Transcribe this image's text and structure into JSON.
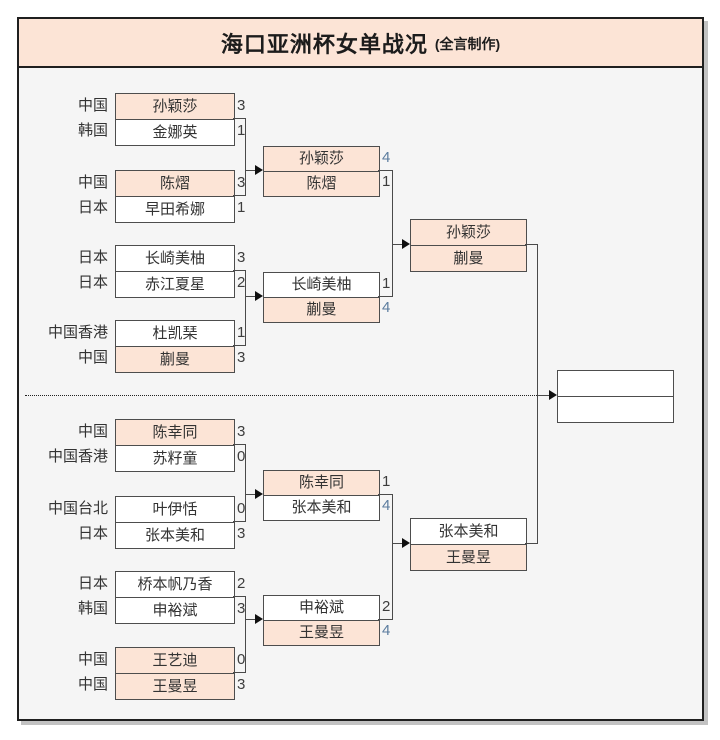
{
  "title": {
    "main": "海口亚洲杯女单战况",
    "credit": "(全言制作)"
  },
  "colors": {
    "page_bg": "#ffffff",
    "frame_bg": "#f5f5f5",
    "frame_border": "#1f1f1f",
    "highlight": "#fce4d6",
    "box_border": "#4d4d4d",
    "line": "#4a4a4a",
    "text": "#333333",
    "score_win": "#5b7c9e"
  },
  "round1": [
    {
      "country": "中国",
      "name": "孙颖莎",
      "score": "3"
    },
    {
      "country": "韩国",
      "name": "金娜英",
      "score": "1"
    },
    {
      "country": "中国",
      "name": "陈熠",
      "score": "3"
    },
    {
      "country": "日本",
      "name": "早田希娜",
      "score": "1"
    },
    {
      "country": "日本",
      "name": "长崎美柚",
      "score": "3"
    },
    {
      "country": "日本",
      "name": "赤江夏星",
      "score": "2"
    },
    {
      "country": "中国香港",
      "name": "杜凯琹",
      "score": "1"
    },
    {
      "country": "中国",
      "name": "蒯曼",
      "score": "3"
    },
    {
      "country": "中国",
      "name": "陈幸同",
      "score": "3"
    },
    {
      "country": "中国香港",
      "name": "苏籽童",
      "score": "0"
    },
    {
      "country": "中国台北",
      "name": "叶伊恬",
      "score": "0"
    },
    {
      "country": "日本",
      "name": "张本美和",
      "score": "3"
    },
    {
      "country": "日本",
      "name": "桥本帆乃香",
      "score": "2"
    },
    {
      "country": "韩国",
      "name": "申裕斌",
      "score": "3"
    },
    {
      "country": "中国",
      "name": "王艺迪",
      "score": "0"
    },
    {
      "country": "中国",
      "name": "王曼昱",
      "score": "3"
    }
  ],
  "round2": [
    {
      "name": "孙颖莎",
      "score": "4"
    },
    {
      "name": "陈熠",
      "score": "1"
    },
    {
      "name": "长崎美柚",
      "score": "1"
    },
    {
      "name": "蒯曼",
      "score": "4"
    },
    {
      "name": "陈幸同",
      "score": "1"
    },
    {
      "name": "张本美和",
      "score": "4"
    },
    {
      "name": "申裕斌",
      "score": "2"
    },
    {
      "name": "王曼昱",
      "score": "4"
    }
  ],
  "semifinal": [
    {
      "name": "孙颖莎"
    },
    {
      "name": "蒯曼"
    },
    {
      "name": "张本美和"
    },
    {
      "name": "王曼昱"
    }
  ],
  "final": [
    {
      "name": ""
    },
    {
      "name": ""
    }
  ]
}
